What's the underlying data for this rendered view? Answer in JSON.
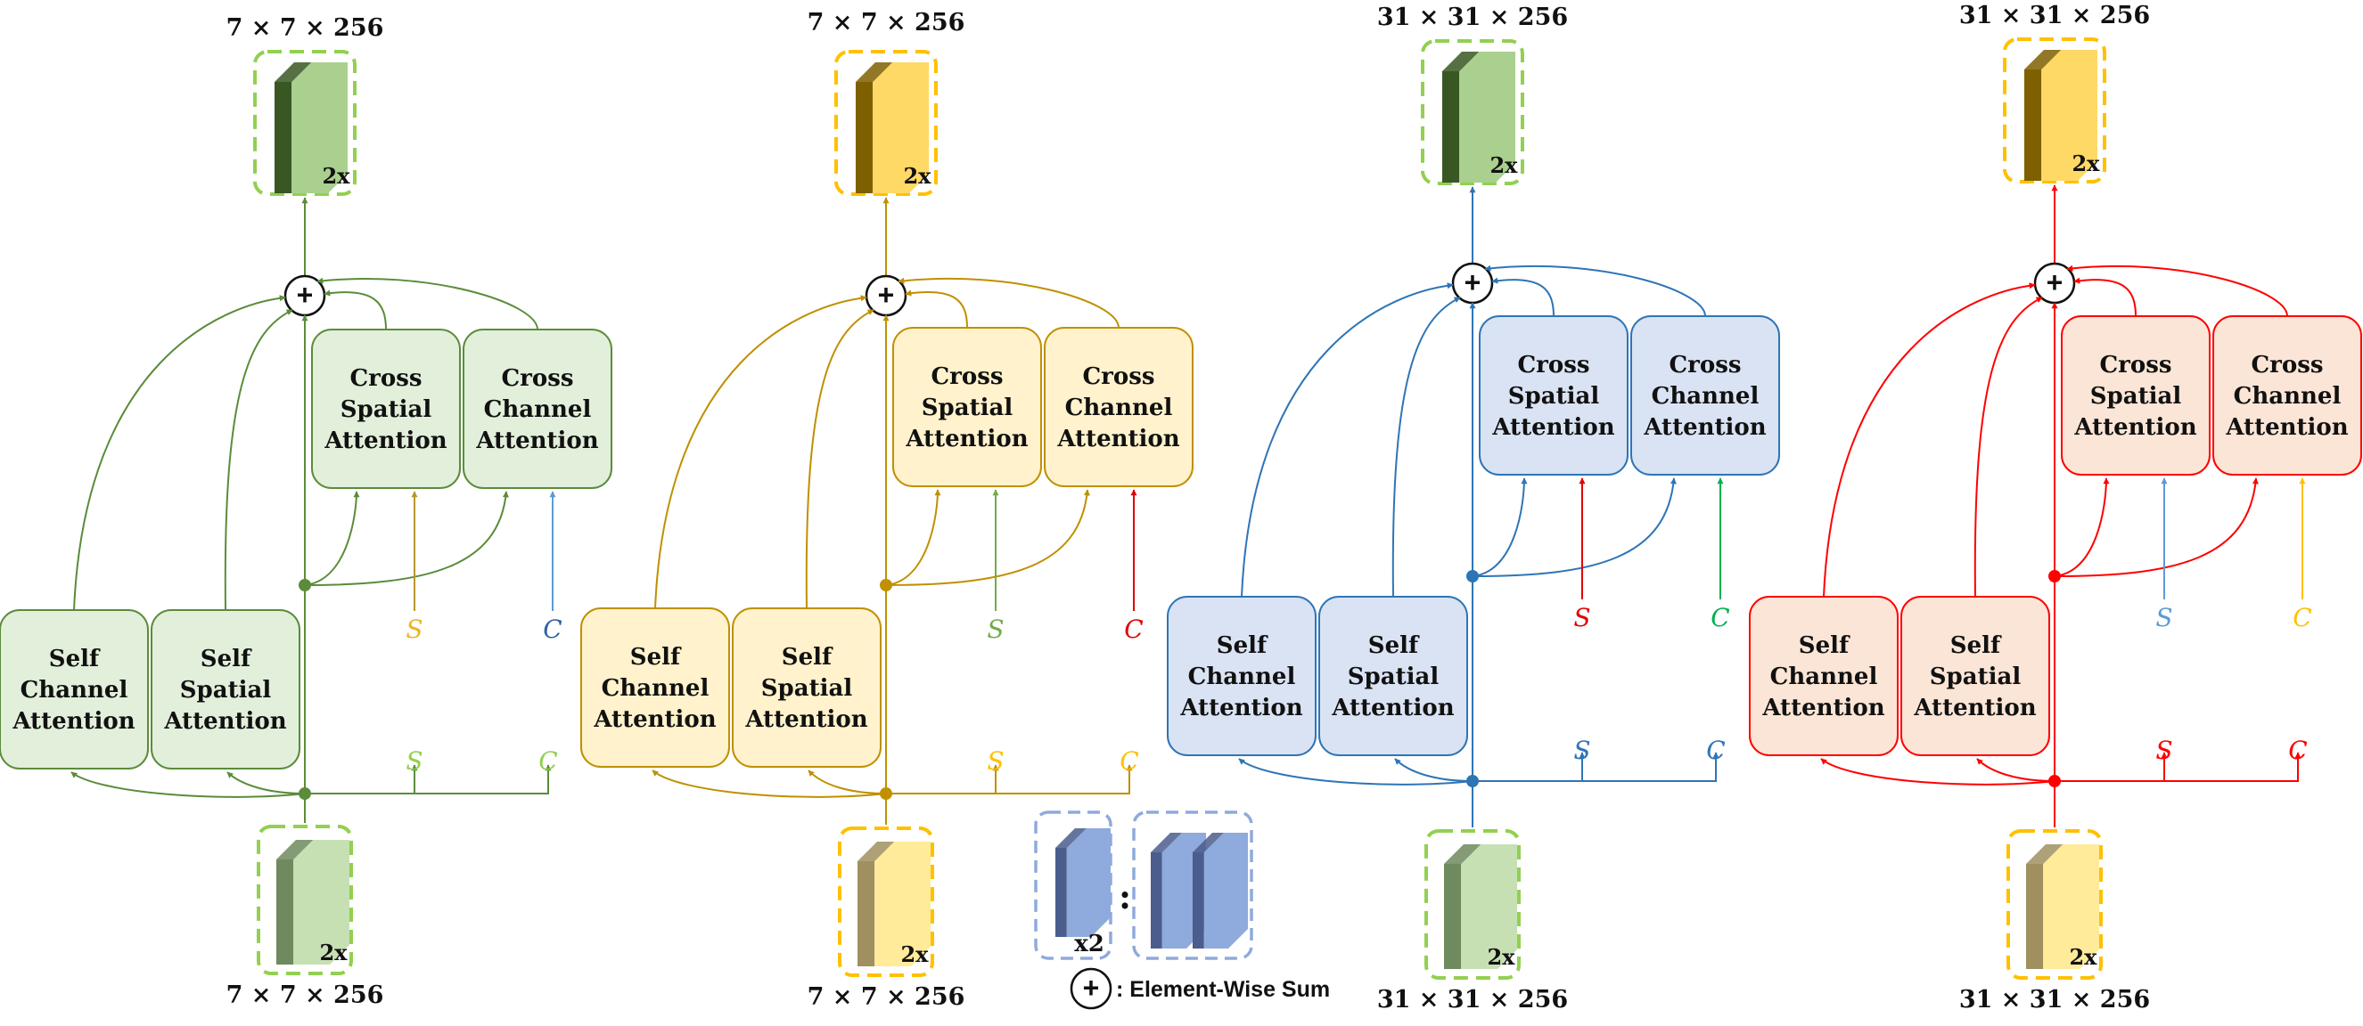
{
  "legend": {
    "repeat_label": "x2",
    "equals_sign": ":",
    "sum_symbol": "+",
    "sum_description": ": Element-Wise Sum"
  },
  "columns": [
    {
      "input_dims": "7 × 7 × 256",
      "output_dims": "7 × 7 × 256",
      "input_repeat": "2x",
      "output_repeat": "2x",
      "self_channel": [
        "Self",
        "Channel",
        "Attention"
      ],
      "self_spatial": [
        "Self",
        "Spatial",
        "Attention"
      ],
      "cross_spatial": [
        "Cross",
        "Spatial",
        "Attention"
      ],
      "cross_channel": [
        "Cross",
        "Channel",
        "Attention"
      ],
      "upper_s": "S",
      "upper_c": "C",
      "lower_s": "S",
      "lower_c": "C",
      "colors": {
        "line": "#5b8c3a",
        "box_fill": "#e2efda",
        "box_stroke": "#5b8c3a",
        "dash": "#92d050",
        "input_front": "#c6e0b4",
        "input_side": "#6f8a5e",
        "output_front": "#a9d08e",
        "output_side": "#385723",
        "upper_s": "#e8b720",
        "upper_c": "#2e5fa8",
        "lower_s": "#92d050",
        "lower_c": "#92d050",
        "upper_s_arrow": "#b8962e",
        "upper_c_arrow": "#5b9bd5"
      }
    },
    {
      "input_dims": "7 × 7 × 256",
      "output_dims": "7 × 7 × 256",
      "input_repeat": "2x",
      "output_repeat": "2x",
      "self_channel": [
        "Self",
        "Channel",
        "Attention"
      ],
      "self_spatial": [
        "Self",
        "Spatial",
        "Attention"
      ],
      "cross_spatial": [
        "Cross",
        "Spatial",
        "Attention"
      ],
      "cross_channel": [
        "Cross",
        "Channel",
        "Attention"
      ],
      "upper_s": "S",
      "upper_c": "C",
      "lower_s": "S",
      "lower_c": "C",
      "colors": {
        "line": "#bf9000",
        "box_fill": "#fff2cc",
        "box_stroke": "#bf9000",
        "dash": "#ffc000",
        "input_front": "#ffeb99",
        "input_side": "#a09060",
        "output_front": "#ffd966",
        "output_side": "#7f6000",
        "upper_s": "#70ad47",
        "upper_c": "#e00000",
        "lower_s": "#ffc000",
        "lower_c": "#ffc000",
        "upper_s_arrow": "#70ad47",
        "upper_c_arrow": "#e00000"
      }
    },
    {
      "input_dims": "31 × 31 × 256",
      "output_dims": "31 × 31 × 256",
      "input_repeat": "2x",
      "output_repeat": "2x",
      "self_channel": [
        "Self",
        "Channel",
        "Attention"
      ],
      "self_spatial": [
        "Self",
        "Spatial",
        "Attention"
      ],
      "cross_spatial": [
        "Cross",
        "Spatial",
        "Attention"
      ],
      "cross_channel": [
        "Cross",
        "Channel",
        "Attention"
      ],
      "upper_s": "S",
      "upper_c": "C",
      "lower_s": "S",
      "lower_c": "C",
      "colors": {
        "line": "#2e75b6",
        "box_fill": "#dae3f3",
        "box_stroke": "#2e75b6",
        "dash": "#92d050",
        "input_front": "#c6e0b4",
        "input_side": "#6f8a5e",
        "output_front": "#a9d08e",
        "output_side": "#385723",
        "upper_s": "#e00000",
        "upper_c": "#00b050",
        "lower_s": "#2e75b6",
        "lower_c": "#2e75b6",
        "upper_s_arrow": "#e00000",
        "upper_c_arrow": "#00b050"
      }
    },
    {
      "input_dims": "31 × 31 × 256",
      "output_dims": "31 × 31 × 256",
      "input_repeat": "2x",
      "output_repeat": "2x",
      "self_channel": [
        "Self",
        "Channel",
        "Attention"
      ],
      "self_spatial": [
        "Self",
        "Spatial",
        "Attention"
      ],
      "cross_spatial": [
        "Cross",
        "Spatial",
        "Attention"
      ],
      "cross_channel": [
        "Cross",
        "Channel",
        "Attention"
      ],
      "upper_s": "S",
      "upper_c": "C",
      "lower_s": "S",
      "lower_c": "C",
      "colors": {
        "line": "#ff0000",
        "box_fill": "#fbe5d6",
        "box_stroke": "#ff0000",
        "dash": "#ffc000",
        "input_front": "#ffeb99",
        "input_side": "#a09060",
        "output_front": "#ffd966",
        "output_side": "#7f6000",
        "upper_s": "#5b9bd5",
        "upper_c": "#ffc000",
        "lower_s": "#ff0000",
        "lower_c": "#ff0000",
        "upper_s_arrow": "#5b9bd5",
        "upper_c_arrow": "#ffc000"
      }
    }
  ]
}
